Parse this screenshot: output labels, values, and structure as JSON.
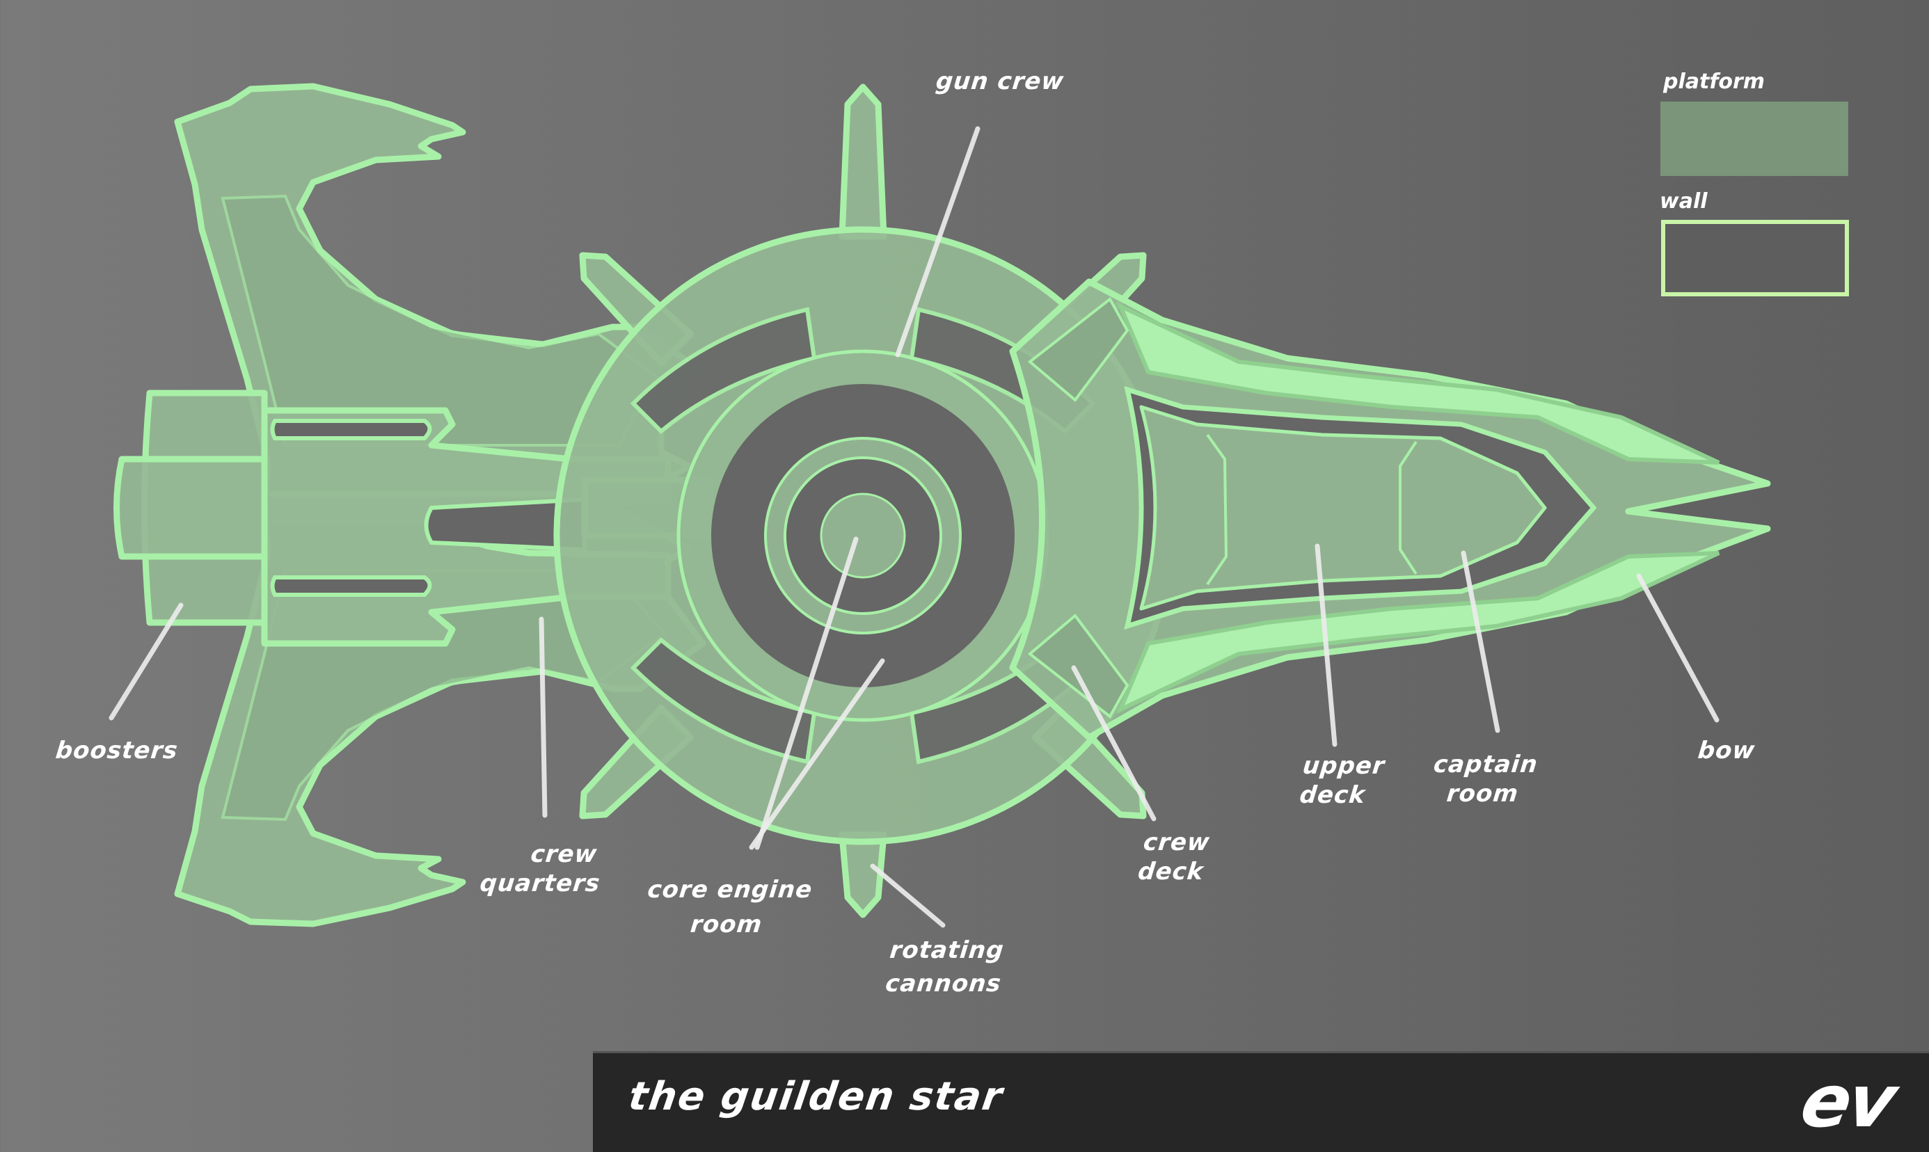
{
  "diagram": {
    "title": "the guilden star",
    "logo": "ev",
    "subject": "ship deck layout"
  },
  "legend": {
    "items": [
      {
        "label": "platform",
        "swatch": "filled",
        "color": "#7a957a"
      },
      {
        "label": "wall",
        "swatch": "outline",
        "color": "#c8f5a8"
      }
    ]
  },
  "colors": {
    "platform_fill": "#95b994",
    "wall_stroke": "#a8f0a8",
    "bright_hull": "#aef0ae",
    "background_left": "#7a7a7a",
    "background_right": "#5f5f5f",
    "footer_bg": "#262626",
    "label_text": "#ffffff"
  },
  "labels": {
    "gun_crew": "gun crew",
    "boosters": "boosters",
    "crew_quarters_1": "crew",
    "crew_quarters_2": "quarters",
    "core_engine_1": "core engine",
    "core_engine_2": "room",
    "rotating_cannons_1": "rotating",
    "rotating_cannons_2": "cannons",
    "crew_deck_1": "crew",
    "crew_deck_2": "deck",
    "upper_deck_1": "upper",
    "upper_deck_2": "deck",
    "captain_room_1": "captain",
    "captain_room_2": "room",
    "bow": "bow"
  },
  "sections": [
    "boosters",
    "crew quarters",
    "core engine room",
    "gun crew",
    "rotating cannons",
    "crew deck",
    "upper deck",
    "captain room",
    "bow"
  ]
}
